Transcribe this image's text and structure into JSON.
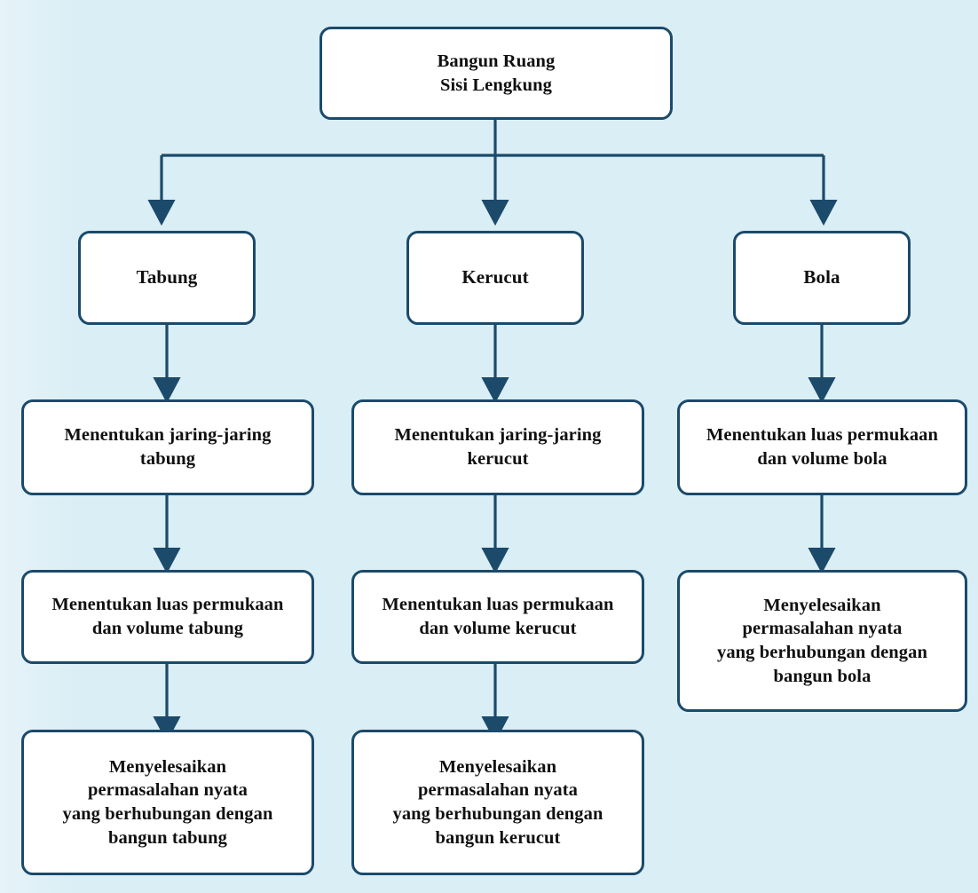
{
  "diagram": {
    "type": "flowchart",
    "title": "Bangun Ruang Sisi Lengkung",
    "background_color": "#daeef5",
    "node_fill_color": "#ffffff",
    "node_border_color": "#1b4a6b",
    "connector_color": "#1b4a6b",
    "text_color": "#101010",
    "root": {
      "id": "root",
      "label": "Bangun Ruang\nSisi Lengkung"
    },
    "branches": [
      {
        "id": "tabung",
        "label": "Tabung",
        "steps": [
          {
            "id": "tabung-jaring",
            "label": "Menentukan jaring-jaring\ntabung"
          },
          {
            "id": "tabung-luas-volume",
            "label": "Menentukan luas permukaan\ndan volume tabung"
          },
          {
            "id": "tabung-masalah",
            "label": "Menyelesaikan\npermasalahan nyata\nyang berhubungan dengan\nbangun tabung"
          }
        ]
      },
      {
        "id": "kerucut",
        "label": "Kerucut",
        "steps": [
          {
            "id": "kerucut-jaring",
            "label": "Menentukan jaring-jaring\nkerucut"
          },
          {
            "id": "kerucut-luas-volume",
            "label": "Menentukan luas permukaan\ndan volume kerucut"
          },
          {
            "id": "kerucut-masalah",
            "label": "Menyelesaikan\npermasalahan nyata\nyang berhubungan dengan\nbangun kerucut"
          }
        ]
      },
      {
        "id": "bola",
        "label": "Bola",
        "steps": [
          {
            "id": "bola-luas-volume",
            "label": "Menentukan luas permukaan\ndan volume bola"
          },
          {
            "id": "bola-masalah",
            "label": "Menyelesaikan\npermasalahan nyata\nyang berhubungan dengan\nbangun bola"
          }
        ]
      }
    ]
  }
}
